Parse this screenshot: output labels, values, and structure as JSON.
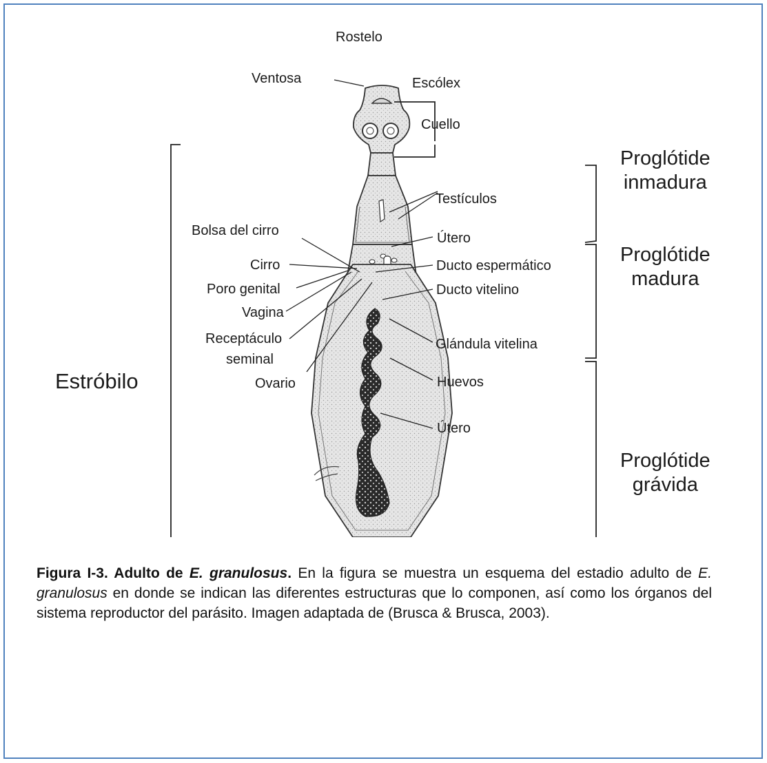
{
  "labels": {
    "rostelo": "Rostelo",
    "ventosa": "Ventosa",
    "escolex": "Escólex",
    "cuello": "Cuello",
    "testiculos": "Testículos",
    "bolsa_cirro": "Bolsa del cirro",
    "utero1": "Útero",
    "cirro": "Cirro",
    "ducto_espermatico": "Ducto espermático",
    "poro_genital": "Poro genital",
    "ducto_vitelino": "Ducto vitelino",
    "vagina": "Vagina",
    "receptaculo_1": "Receptáculo",
    "receptaculo_2": "seminal",
    "glandula_vitelina": "Glándula vitelina",
    "ovario": "Ovario",
    "huevos": "Huevos",
    "utero2": "Útero",
    "estrobilo": "Estróbilo"
  },
  "sections": {
    "inmadura_1": "Proglótide",
    "inmadura_2": "inmadura",
    "madura_1": "Proglótide",
    "madura_2": "madura",
    "gravida_1": "Proglótide",
    "gravida_2": "grávida"
  },
  "caption": {
    "fig_label": "Figura I-3. Adulto de ",
    "species": "E. granulosus",
    "period": ".",
    "text1": " En la figura se muestra un esquema del estadio adulto de ",
    "species2": "E. granulosus",
    "text2": " en donde se indican las diferentes estructuras que lo componen, así como los órganos del sistema reproductor del parásito. Imagen adaptada de (Brusca & Brusca, 2003)."
  },
  "colors": {
    "border": "#4f81bd",
    "ink": "#1a1a1a",
    "body_fill": "#e9e9e9"
  }
}
